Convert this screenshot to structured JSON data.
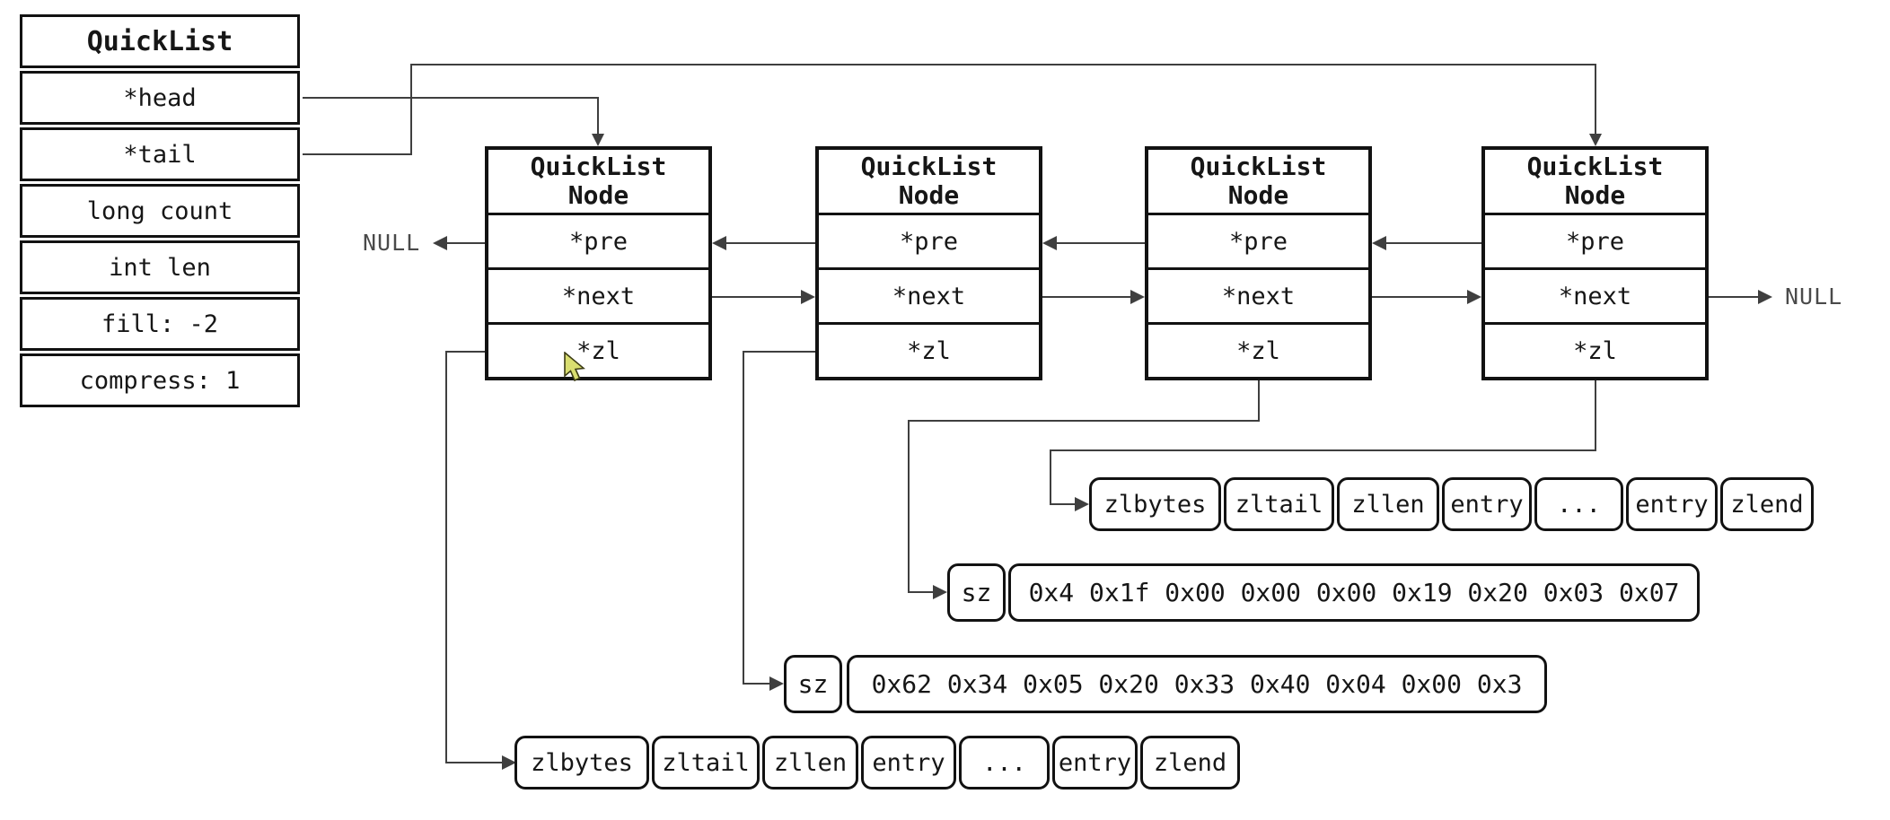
{
  "quicklist": {
    "title": "QuickList",
    "fields": [
      "*head",
      "*tail",
      "long count",
      "int len",
      "fill: -2",
      "compress: 1"
    ]
  },
  "nodes": [
    {
      "title_line1": "QuickList",
      "title_line2": "Node",
      "fields": [
        "*pre",
        "*next",
        "*zl"
      ]
    },
    {
      "title_line1": "QuickList",
      "title_line2": "Node",
      "fields": [
        "*pre",
        "*next",
        "*zl"
      ]
    },
    {
      "title_line1": "QuickList",
      "title_line2": "Node",
      "fields": [
        "*pre",
        "*next",
        "*zl"
      ]
    },
    {
      "title_line1": "QuickList",
      "title_line2": "Node",
      "fields": [
        "*pre",
        "*next",
        "*zl"
      ]
    }
  ],
  "labels": {
    "null_left": "NULL",
    "null_right": "NULL"
  },
  "ziplist_top": {
    "cells": [
      "zlbytes",
      "zltail",
      "zllen",
      "entry",
      "...",
      "entry",
      "zlend"
    ]
  },
  "sz_rows": [
    {
      "label": "sz",
      "bytes": "0x4 0x1f 0x00 0x00 0x00 0x19 0x20 0x03 0x07"
    },
    {
      "label": "sz",
      "bytes": "0x62 0x34 0x05 0x20 0x33 0x40 0x04 0x00 0x3"
    }
  ],
  "ziplist_bottom": {
    "cells": [
      "zlbytes",
      "zltail",
      "zllen",
      "entry",
      "...",
      "entry",
      "zlend"
    ]
  },
  "colors": {
    "line": "#3f3f3f",
    "box_border": "#121212",
    "null_text": "#4a4a4a",
    "bg": "#ffffff",
    "cursor_fill": "#d9de70"
  }
}
